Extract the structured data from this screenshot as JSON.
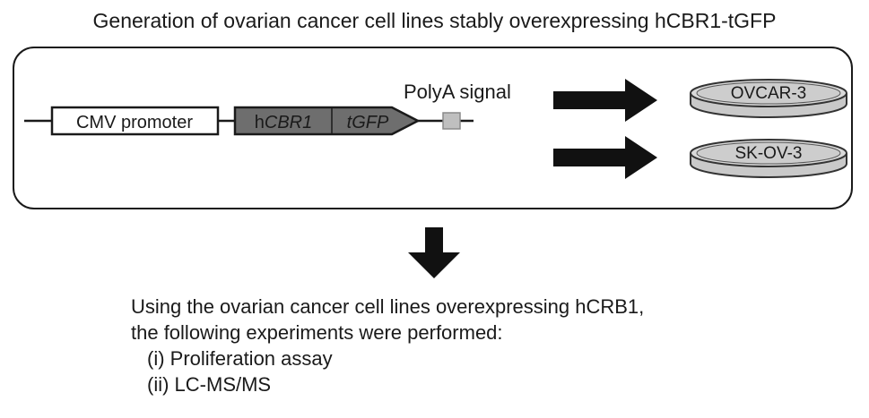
{
  "title": "Generation of ovarian cancer cell lines stably overexpressing hCBR1-tGFP",
  "construct": {
    "promoter": "CMV promoter",
    "gene_prefix": "h",
    "gene_name": "CBR1",
    "tag": "tGFP",
    "polya": "PolyA signal"
  },
  "cell_lines": [
    "OVCAR-3",
    "SK-OV-3"
  ],
  "result": {
    "line1": "Using the ovarian cancer cell lines overexpressing hCRB1,",
    "line2": "the following experiments were performed:",
    "items": [
      "(i) Proliferation assay",
      "(ii) LC-MS/MS"
    ]
  },
  "colors": {
    "gene_fill": "#6e6e6e",
    "polya_fill": "#bfbfbf",
    "dish_fill": "#c9c9c9",
    "ink": "#1a1a1a"
  }
}
